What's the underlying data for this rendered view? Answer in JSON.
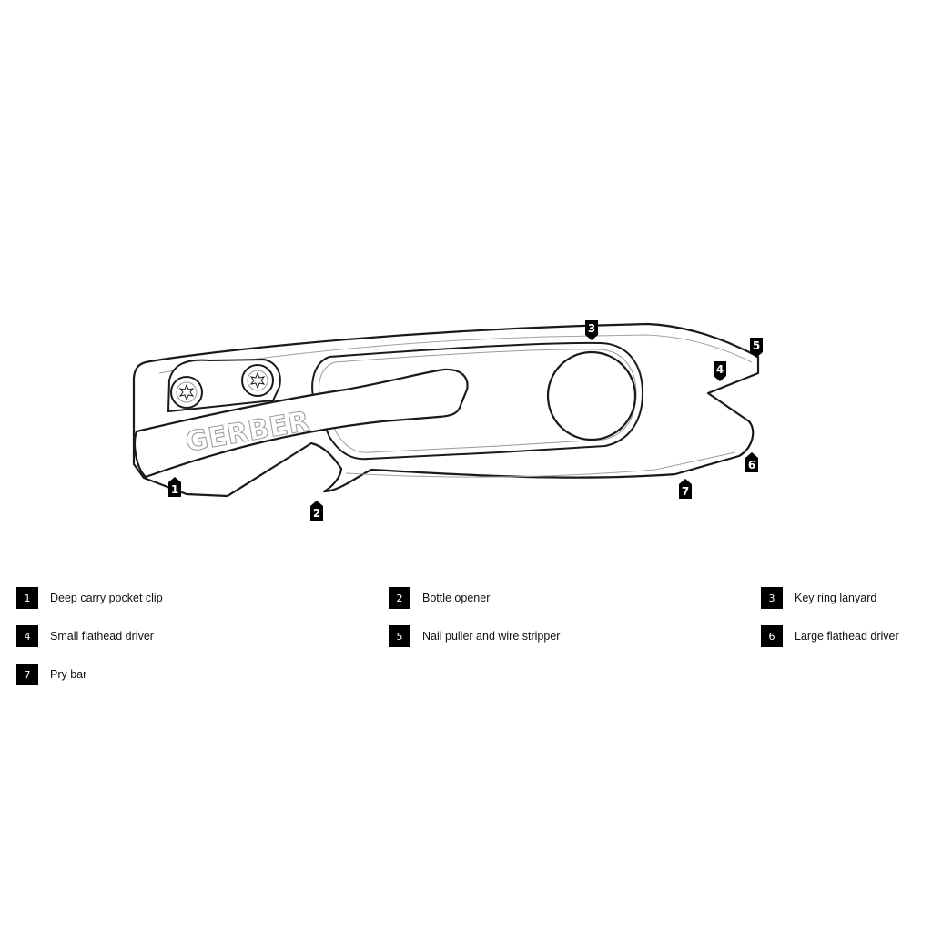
{
  "logo_text": "GERBER",
  "callouts": [
    {
      "num": "1",
      "label": "Deep carry pocket clip"
    },
    {
      "num": "2",
      "label": "Bottle opener"
    },
    {
      "num": "3",
      "label": "Key ring lanyard"
    },
    {
      "num": "4",
      "label": "Small flathead driver"
    },
    {
      "num": "5",
      "label": "Nail puller and wire stripper"
    },
    {
      "num": "6",
      "label": "Large flathead driver"
    },
    {
      "num": "7",
      "label": "Pry bar"
    }
  ],
  "colors": {
    "outline": "#1a1a1a",
    "secondary_line": "#9a9a9a",
    "badge": "#000000",
    "badge_text": "#ffffff",
    "background": "#ffffff"
  }
}
